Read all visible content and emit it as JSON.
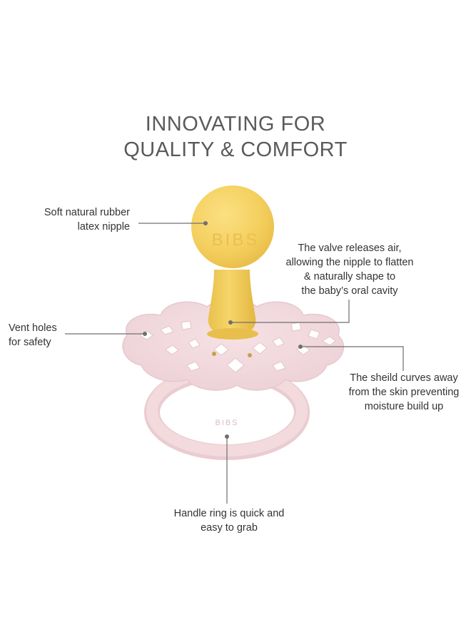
{
  "title": {
    "line1": "INNOVATING FOR",
    "line2": "QUALITY & COMFORT"
  },
  "product": {
    "nipple_embossed_text": "BIBS",
    "ring_embossed_text": "BIBS",
    "colors": {
      "nipple": "#f4cf5e",
      "shield": "#f1d8dc",
      "ring": "#efd5d9",
      "leader_line": "#6f6f6f"
    }
  },
  "callouts": {
    "nipple": {
      "line1": "Soft natural rubber",
      "line2": "latex nipple"
    },
    "valve": {
      "line1": "The valve releases air,",
      "line2": "allowing the nipple to flatten",
      "line3": "& naturally shape to",
      "line4": "the baby’s oral cavity"
    },
    "vent": {
      "line1": "Vent holes",
      "line2": "for safety"
    },
    "shield": {
      "line1": "The sheild curves away",
      "line2": "from the skin preventing",
      "line3": "moisture build up"
    },
    "ring": {
      "line1": "Handle ring is quick and",
      "line2": "easy to grab"
    }
  }
}
